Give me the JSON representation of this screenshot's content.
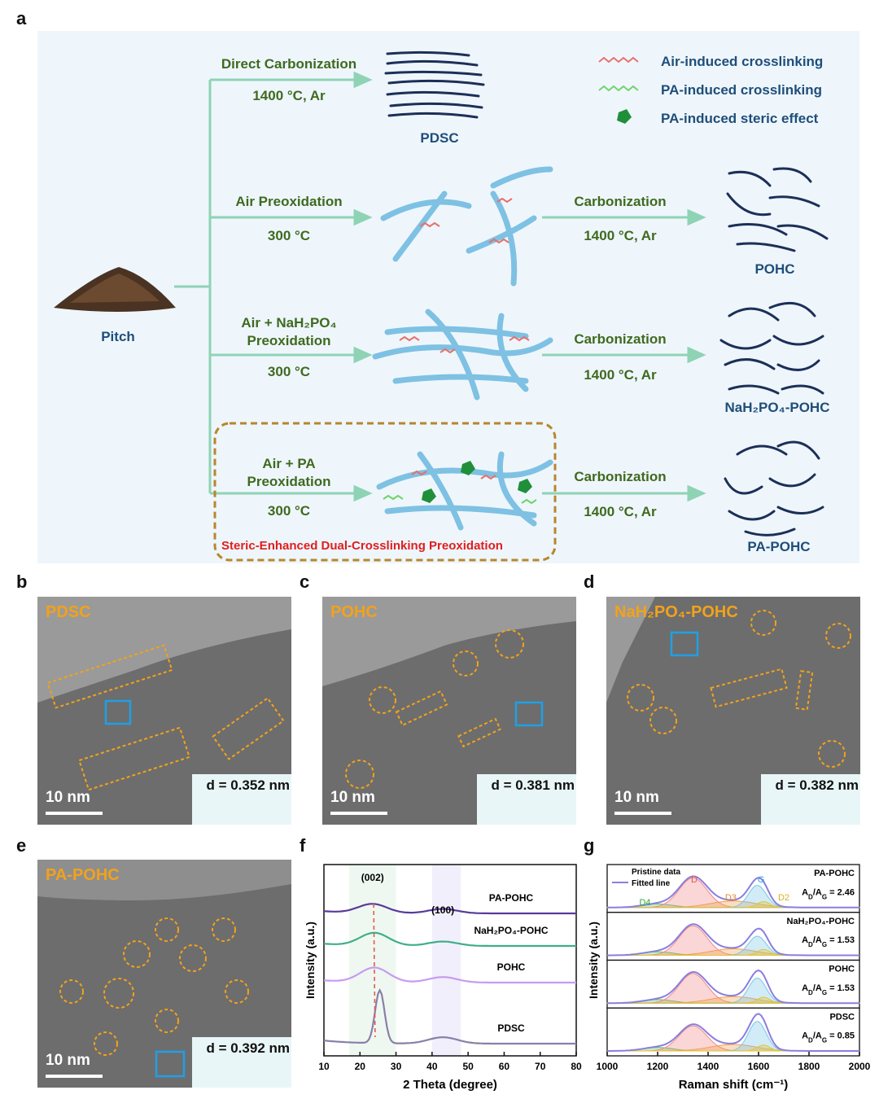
{
  "panel_labels": {
    "a": "a",
    "b": "b",
    "c": "c",
    "d": "d",
    "e": "e",
    "f": "f",
    "g": "g"
  },
  "schematic": {
    "source": "Pitch",
    "routes": [
      {
        "step_line1": "Direct Carbonization",
        "step_line2": "",
        "condition": "1400 °C, Ar",
        "product": "PDSC"
      },
      {
        "step_line1": "Air Preoxidation",
        "step_line2": "",
        "condition": "300 °C",
        "carbonization": "Carbonization",
        "carb_condition": "1400 °C, Ar",
        "product": "POHC"
      },
      {
        "step_line1": "Air + NaH₂PO₄",
        "step_line2": "Preoxidation",
        "condition": "300 °C",
        "carbonization": "Carbonization",
        "carb_condition": "1400 °C, Ar",
        "product": "NaH₂PO₄-POHC"
      },
      {
        "step_line1": "Air + PA",
        "step_line2": "Preoxidation",
        "condition": "300 °C",
        "carbonization": "Carbonization",
        "carb_condition": "1400 °C, Ar",
        "product": "PA-POHC"
      }
    ],
    "highlight": "Steric-Enhanced Dual-Crosslinking Preoxidation",
    "legend": [
      "Air-induced crosslinking",
      "PA-induced crosslinking",
      "PA-induced steric effect"
    ],
    "colors": {
      "arrow": "#8fd3b5",
      "air": "#e8706c",
      "pa": "#6fd36a",
      "steric": "#1f8f3a",
      "fiber": "#7ec1e3",
      "product": "#1c2f57"
    }
  },
  "tem": [
    {
      "name": "PDSC",
      "scale": "10 nm",
      "d": "d = 0.352 nm"
    },
    {
      "name": "POHC",
      "scale": "10 nm",
      "d": "d = 0.381 nm"
    },
    {
      "name": "NaH₂PO₄-POHC",
      "scale": "10 nm",
      "d": "d = 0.382 nm"
    },
    {
      "name": "PA-POHC",
      "scale": "10 nm",
      "d": "d = 0.392 nm"
    }
  ],
  "chart_data": [
    {
      "type": "line",
      "xlabel": "2 Theta (degree)",
      "ylabel": "Intensity (a.u.)",
      "xlim": [
        10,
        80
      ],
      "xticks": [
        "10",
        "20",
        "30",
        "40",
        "50",
        "60",
        "70",
        "80"
      ],
      "annotations": [
        "(002)",
        "(100)"
      ],
      "series": [
        {
          "name": "PA-POHC",
          "color": "#5a3a9a",
          "peaks": [
            {
              "x": 23.5,
              "y": 0.25
            },
            {
              "x": 43,
              "y": 0.12
            }
          ]
        },
        {
          "name": "NaH₂PO₄-POHC",
          "color": "#3fae8a",
          "peaks": [
            {
              "x": 24,
              "y": 0.35
            },
            {
              "x": 43,
              "y": 0.12
            }
          ]
        },
        {
          "name": "POHC",
          "color": "#c79bf0",
          "peaks": [
            {
              "x": 24,
              "y": 0.4
            },
            {
              "x": 43,
              "y": 0.15
            }
          ]
        },
        {
          "name": "PDSC",
          "color": "#8a7fa8",
          "peaks": [
            {
              "x": 25.5,
              "y": 1.0
            },
            {
              "x": 43,
              "y": 0.12
            }
          ]
        }
      ]
    },
    {
      "type": "line",
      "xlabel": "Raman shift (cm⁻¹)",
      "ylabel": "Intensity (a.u.)",
      "xlim": [
        1000,
        2000
      ],
      "xticks": [
        "1000",
        "1200",
        "1400",
        "1600",
        "1800",
        "2000"
      ],
      "legend": [
        "Pristine data",
        "Fitted line"
      ],
      "band_labels": [
        "D4",
        "D",
        "D3",
        "G",
        "D2"
      ],
      "series": [
        {
          "name": "PA-POHC",
          "ratio": "A_D/A_G = 2.46",
          "ratio_main": "A",
          "ratio_sub": "D",
          "ratio_mid": "/A",
          "ratio_sub2": "G",
          "ratio_val": " = 2.46",
          "D": 1.0,
          "G": 0.75
        },
        {
          "name": "NaH₂PO₄-POHC",
          "ratio_main": "A",
          "ratio_sub": "D",
          "ratio_mid": "/A",
          "ratio_sub2": "G",
          "ratio_val": " = 1.53",
          "D": 1.0,
          "G": 0.65
        },
        {
          "name": "POHC",
          "ratio_main": "A",
          "ratio_sub": "D",
          "ratio_mid": "/A",
          "ratio_sub2": "G",
          "ratio_val": " = 1.53",
          "D": 1.0,
          "G": 0.85
        },
        {
          "name": "PDSC",
          "ratio_main": "A",
          "ratio_sub": "D",
          "ratio_mid": "/A",
          "ratio_sub2": "G",
          "ratio_val": " = 0.85",
          "D": 0.85,
          "G": 1.0
        }
      ]
    }
  ]
}
